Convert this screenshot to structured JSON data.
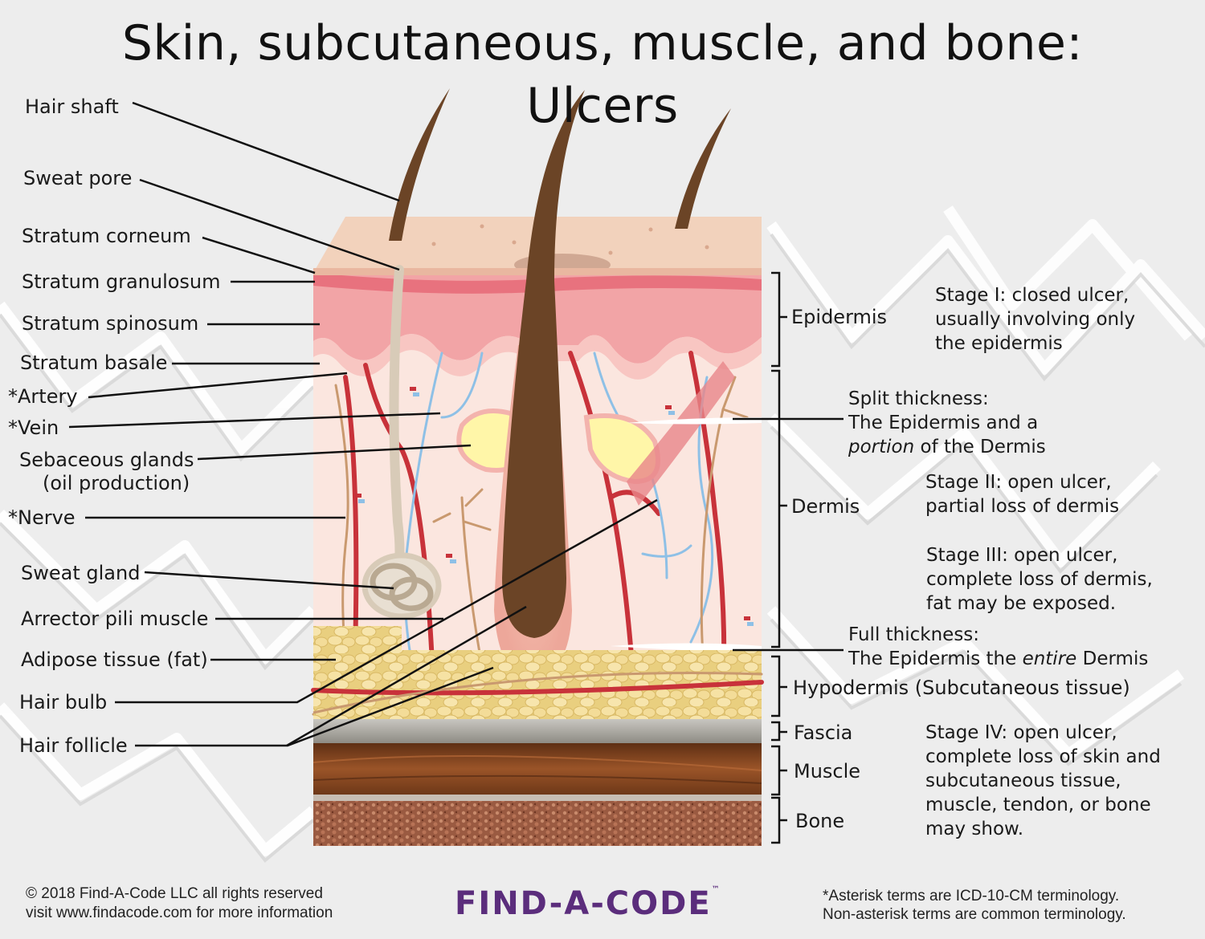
{
  "title": {
    "line1": "Skin, subcutaneous, muscle, and bone:",
    "line2": "Ulcers"
  },
  "left_labels": [
    "Hair shaft",
    "Sweat pore",
    "Stratum corneum",
    "Stratum granulosum",
    "Stratum spinosum",
    "Stratum basale",
    "*Artery",
    "*Vein",
    "Sebaceous glands",
    "(oil production)",
    "*Nerve",
    "Sweat gland",
    "Arrector pili muscle",
    "Adipose tissue (fat)",
    "Hair bulb",
    "Hair follicle"
  ],
  "layers": [
    "Epidermis",
    "Dermis",
    "Hypodermis (Subcutaneous tissue)",
    "Fascia",
    "Muscle",
    "Bone"
  ],
  "split_thickness": {
    "line1": "Split thickness:",
    "line2": "The Epidermis and a",
    "line3_em": "portion",
    "line3_rest": " of the Dermis"
  },
  "full_thickness": {
    "line1": "Full thickness:",
    "line2_pre": "The Epidermis the ",
    "line2_em": "entire",
    "line2_post": " Dermis"
  },
  "stages": {
    "stage1": [
      "Stage I: closed ulcer,",
      "usually involving only",
      "the epidermis"
    ],
    "stage2": [
      "Stage II: open ulcer,",
      "partial loss of dermis"
    ],
    "stage3": [
      "Stage III: open ulcer,",
      "complete loss of dermis,",
      "fat may be exposed."
    ],
    "stage4": [
      "Stage IV: open ulcer,",
      "complete loss of skin and",
      "subcutaneous tissue,",
      "muscle, tendon, or bone",
      "may show."
    ]
  },
  "footer": {
    "copyright": "© 2018 Find-A-Code LLC all rights reserved",
    "visit": "visit www.findacode.com for more information",
    "logo": "FIND-A-CODE",
    "logo_mark": "™",
    "note1": "*Asterisk terms are ICD-10-CM terminology.",
    "note2": "Non-asterisk terms are common terminology."
  },
  "colors": {
    "epidermis": "#f2a0a4",
    "corneum": "#f1c6ad",
    "dermis": "#fbe3dd",
    "artery": "#c8323a",
    "vein": "#8ec0e6",
    "nerve": "#c9996f",
    "hair": "#6b4426",
    "fat": "#f1dc96",
    "fascia": "#aaa7a0",
    "muscle": "#8d4a22",
    "bone": "#a06248",
    "logo": "#5b2d7c"
  }
}
